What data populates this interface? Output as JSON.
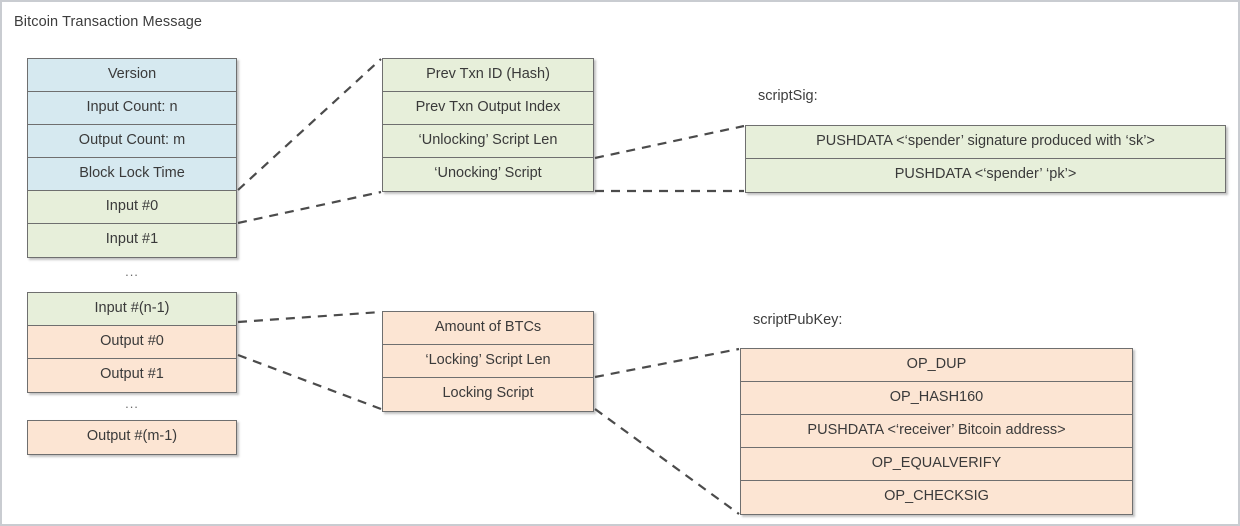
{
  "page": {
    "title": "Bitcoin Transaction Message",
    "background": "#ffffff",
    "frame_color": "#c9ccd1"
  },
  "colors": {
    "header_fill": "#d6e9f0",
    "input_fill": "#e7efda",
    "output_fill": "#fce5d3",
    "border": "#6f6f6f",
    "connector": "#4b4b4b",
    "text": "#3a3a3a"
  },
  "transaction_block": {
    "name": "bitcoin-transaction-message",
    "group_one": [
      {
        "label": "Version",
        "fill": "header_fill"
      },
      {
        "label": "Input Count: n",
        "fill": "header_fill"
      },
      {
        "label": "Output Count: m",
        "fill": "header_fill"
      },
      {
        "label": "Block Lock Time",
        "fill": "header_fill"
      },
      {
        "label": "Input #0",
        "fill": "input_fill"
      },
      {
        "label": "Input #1",
        "fill": "input_fill"
      }
    ],
    "ellipsis_one": "...",
    "group_two": [
      {
        "label": "Input #(n-1)",
        "fill": "input_fill"
      },
      {
        "label": "Output #0",
        "fill": "output_fill"
      },
      {
        "label": "Output #1",
        "fill": "output_fill"
      }
    ],
    "ellipsis_two": "...",
    "group_three": [
      {
        "label": "Output #(m-1)",
        "fill": "output_fill"
      }
    ]
  },
  "input_detail_block": {
    "name": "input-structure",
    "rows": [
      {
        "label": "Prev Txn ID (Hash)",
        "fill": "input_fill"
      },
      {
        "label": "Prev Txn Output Index",
        "fill": "input_fill"
      },
      {
        "label": "‘Unlocking’ Script Len",
        "fill": "input_fill"
      },
      {
        "label": "‘Unocking’ Script",
        "fill": "input_fill"
      }
    ]
  },
  "output_detail_block": {
    "name": "output-structure",
    "rows": [
      {
        "label": "Amount of BTCs",
        "fill": "output_fill"
      },
      {
        "label": "‘Locking’ Script Len",
        "fill": "output_fill"
      },
      {
        "label": "Locking Script",
        "fill": "output_fill"
      }
    ]
  },
  "script_sig": {
    "caption": "scriptSig:",
    "rows": [
      {
        "label": "PUSHDATA <‘spender’ signature produced with ‘sk’>",
        "fill": "input_fill"
      },
      {
        "label": "PUSHDATA <‘spender’ ‘pk’>",
        "fill": "input_fill"
      }
    ]
  },
  "script_pub_key": {
    "caption": "scriptPubKey:",
    "rows": [
      {
        "label": "OP_DUP",
        "fill": "output_fill"
      },
      {
        "label": "OP_HASH160",
        "fill": "output_fill"
      },
      {
        "label": "PUSHDATA <‘receiver’ Bitcoin address>",
        "fill": "output_fill"
      },
      {
        "label": "OP_EQUALVERIFY",
        "fill": "output_fill"
      },
      {
        "label": "OP_CHECKSIG",
        "fill": "output_fill"
      }
    ]
  }
}
